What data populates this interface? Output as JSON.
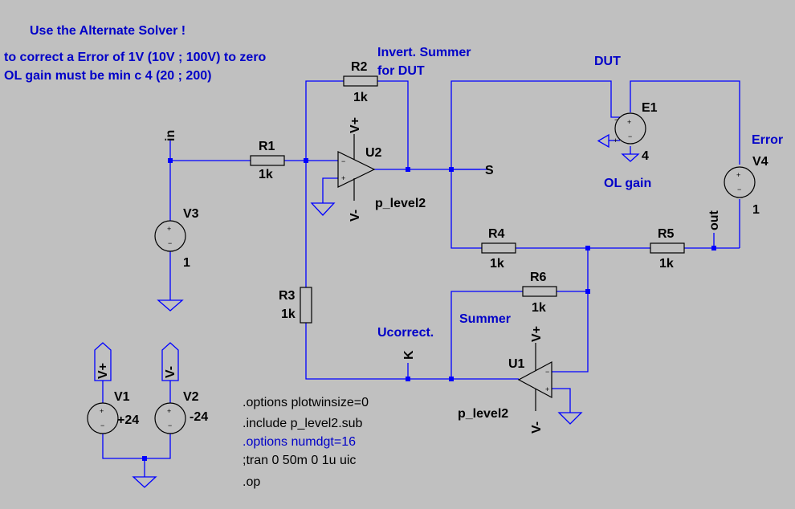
{
  "notes": {
    "solver": "Use the Alternate Solver !",
    "line1": "to correct a Error of 1V (10V ; 100V) to zero",
    "line2": "OL gain must be min c 4 (20 ; 200)",
    "summer_dut": "Invert. Summer",
    "summer_dut2": "for DUT",
    "dut": "DUT",
    "ol_gain": "OL gain",
    "error": "Error",
    "ucorrect": "Ucorrect.",
    "summer": "Summer"
  },
  "components": {
    "R1": {
      "name": "R1",
      "value": "1k"
    },
    "R2": {
      "name": "R2",
      "value": "1k"
    },
    "R3": {
      "name": "R3",
      "value": "1k"
    },
    "R4": {
      "name": "R4",
      "value": "1k"
    },
    "R5": {
      "name": "R5",
      "value": "1k"
    },
    "R6": {
      "name": "R6",
      "value": "1k"
    },
    "U1": {
      "name": "U1",
      "model": "p_level2"
    },
    "U2": {
      "name": "U2",
      "model": "p_level2"
    },
    "V1": {
      "name": "V1",
      "value": "+24"
    },
    "V2": {
      "name": "V2",
      "value": "-24"
    },
    "V3": {
      "name": "V3",
      "value": "1"
    },
    "V4": {
      "name": "V4",
      "value": "1"
    },
    "E1": {
      "name": "E1",
      "value": "4"
    }
  },
  "nets": {
    "in": "in",
    "S": "S",
    "K": "K",
    "out": "out",
    "vplus": "V+",
    "vminus": "V-"
  },
  "directives": [
    ".options plotwinsize=0",
    ".include p_level2.sub",
    ".options numdgt=16",
    ";tran 0 50m 0 1u uic",
    ".op"
  ],
  "colors": {
    "background": "#c0c0c0",
    "wire": "#0000ff",
    "comment": "#0000c8"
  }
}
